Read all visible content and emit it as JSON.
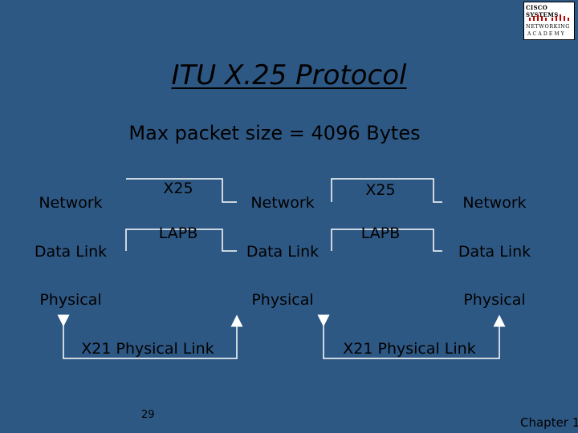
{
  "logo": {
    "line1": "CISCO SYSTEMS",
    "line2": "NETWORKING",
    "line3": "ACADEMY"
  },
  "title": "ITU X.25 Protocol",
  "subtitle": "Max packet size = 4096 Bytes",
  "stack_left": {
    "network": "Network",
    "data_link": "Data Link",
    "physical": "Physical"
  },
  "stack_middle": {
    "network": "Network",
    "data_link": "Data Link",
    "physical": "Physical"
  },
  "stack_right": {
    "network": "Network",
    "data_link": "Data Link",
    "physical": "Physical"
  },
  "links_left": {
    "network": "X25",
    "data_link": "LAPB",
    "physical": "X21 Physical Link"
  },
  "links_right": {
    "network": "X25",
    "data_link": "LAPB",
    "physical": "X21 Physical Link"
  },
  "footer": {
    "page_number": "29",
    "chapter": "Chapter 1"
  },
  "colors": {
    "background": "#2e5884",
    "lines": "#ffffff",
    "text": "#000000"
  }
}
